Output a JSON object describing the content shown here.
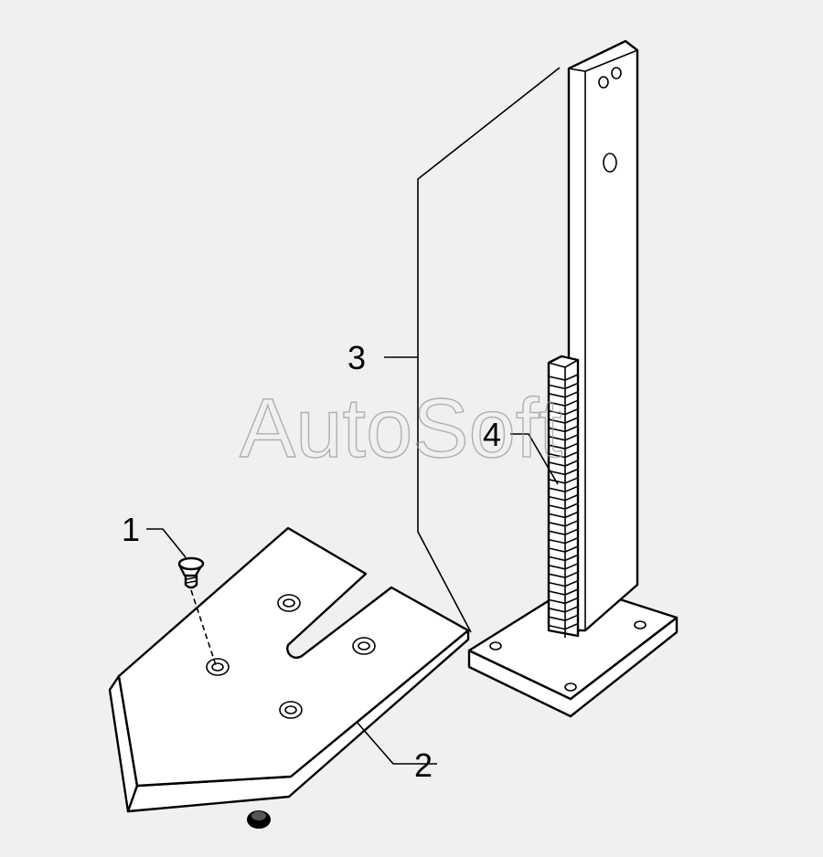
{
  "watermark": "AutoSoft",
  "callouts": [
    {
      "id": "1",
      "label": "1"
    },
    {
      "id": "2",
      "label": "2"
    },
    {
      "id": "3",
      "label": "3"
    },
    {
      "id": "4",
      "label": "4"
    }
  ],
  "colors": {
    "background": "#f0f0f0",
    "line": "#000000",
    "fill": "#ffffff",
    "watermark": "#9a9a9a"
  }
}
